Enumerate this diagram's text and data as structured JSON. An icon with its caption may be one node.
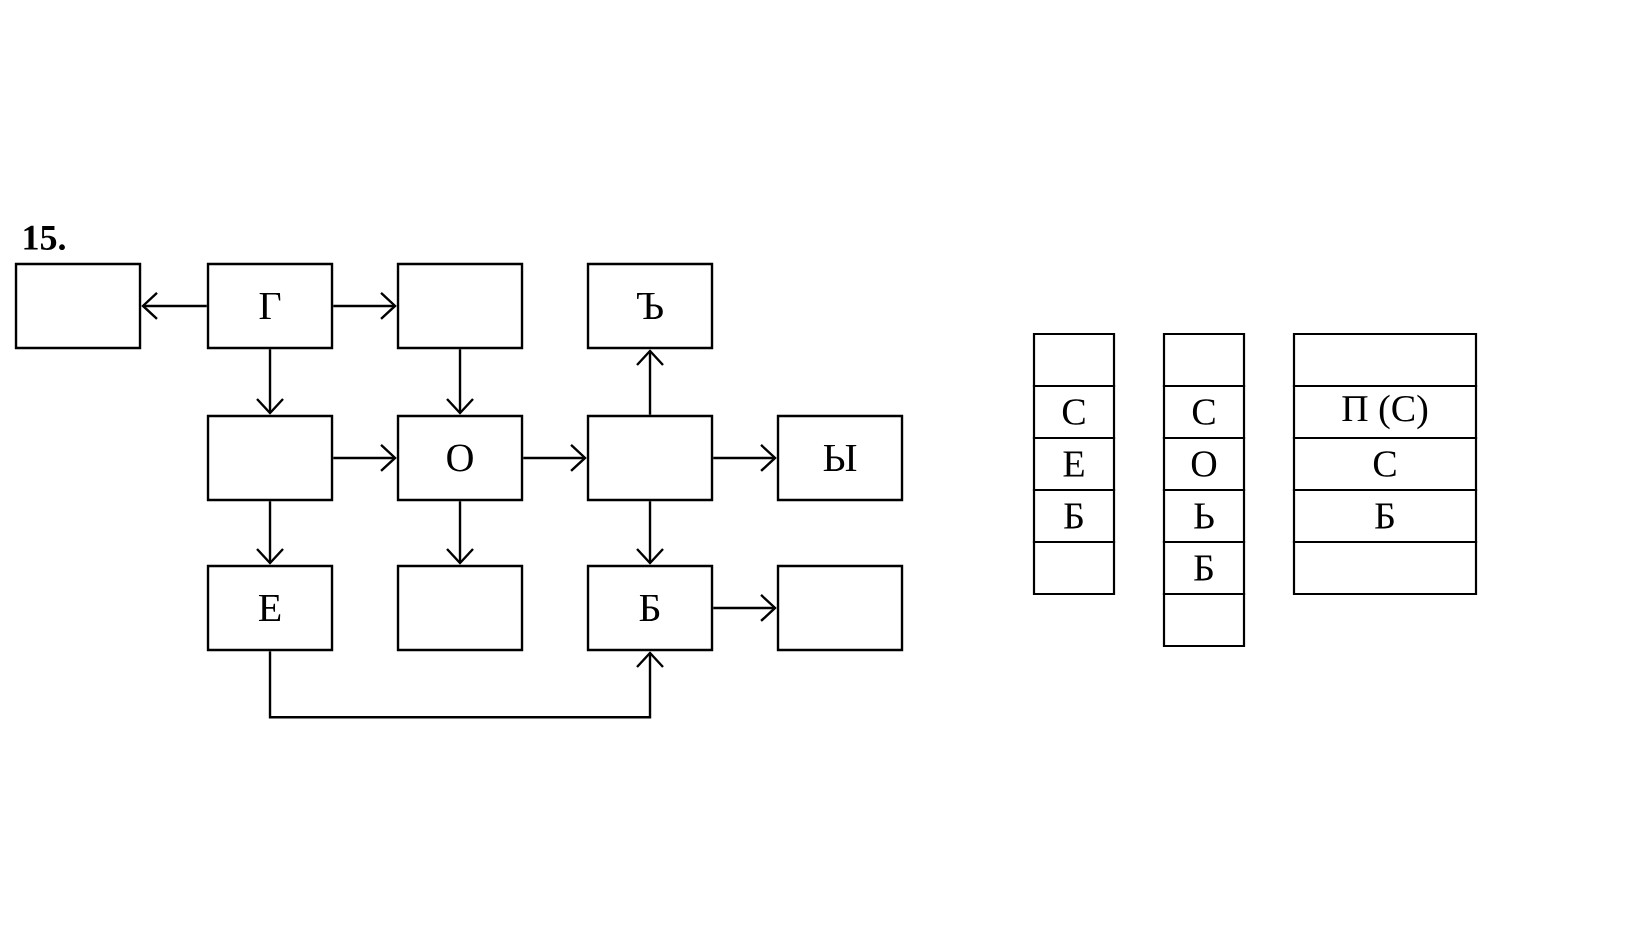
{
  "diagram": {
    "nodes": [
      {
        "text": [],
        "shape": "box"
      },
      {
        "text": [
          "Г"
        ]
      },
      {
        "text": [],
        "shape": "box"
      },
      {
        "text": [
          "Ъ"
        ]
      },
      {
        "text": [],
        "shape": "box"
      },
      {
        "text": [
          "О"
        ]
      },
      {
        "text": [],
        "shape": "box"
      },
      {
        "text": [
          "Ы"
        ]
      },
      {
        "text": [
          "Е"
        ]
      },
      {
        "text": [],
        "shape": "box"
      },
      {
        "text": [
          "Б"
        ]
      },
      {
        "text": [],
        "shape": "box"
      }
    ],
    "edges": [
      {
        "from": 1,
        "to": 0,
        "arrow": "to"
      },
      {
        "from": 1,
        "to": 2,
        "arrow": "to"
      },
      {
        "from": 1,
        "to": 4,
        "arrow": "to"
      },
      {
        "from": 2,
        "to": 5,
        "arrow": "to"
      },
      {
        "from": 4,
        "to": 5,
        "arrow": "to"
      },
      {
        "from": 5,
        "to": 6,
        "arrow": "to"
      },
      {
        "from": 6,
        "to": 3,
        "arrow": "to"
      },
      {
        "from": 6,
        "to": 7,
        "arrow": "to"
      },
      {
        "from": 4,
        "to": 8,
        "arrow": "to"
      },
      {
        "from": 5,
        "to": 9,
        "arrow": "to"
      },
      {
        "from": 6,
        "to": 10,
        "arrow": "to"
      },
      {
        "from": 10,
        "to": 11,
        "arrow": "to"
      },
      {
        "from": 8,
        "to": 10,
        "arrow": "to"
      }
    ],
    "labels": [
      "15.",
      "С",
      "Е",
      "Б",
      "С",
      "О",
      "Ь",
      "Б",
      "П (С)",
      "С",
      "Б"
    ]
  }
}
